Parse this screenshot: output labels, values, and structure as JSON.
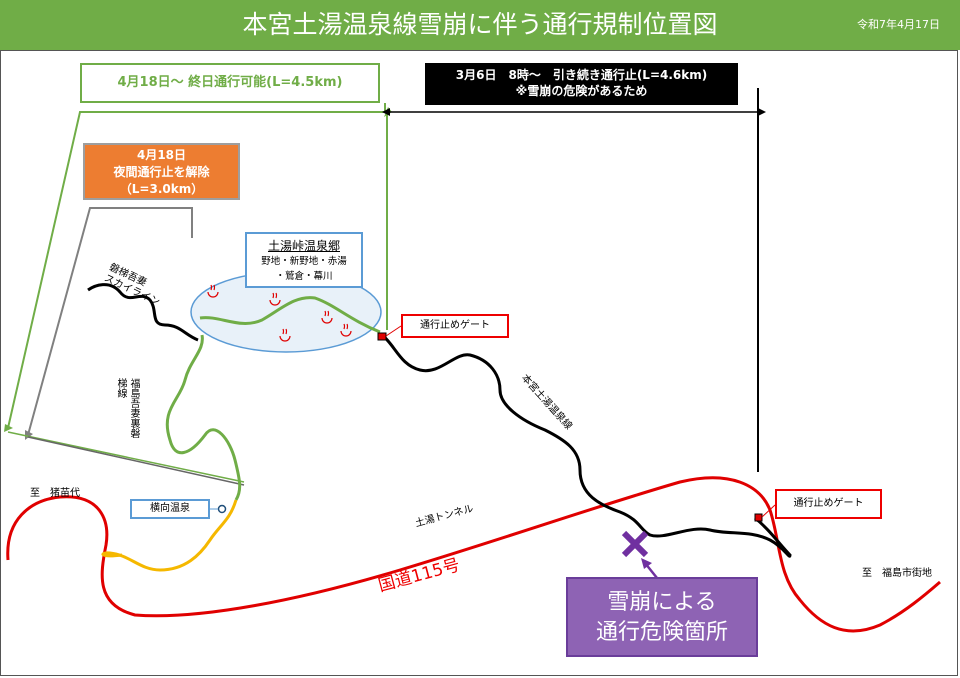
{
  "header": {
    "title": "本宮土湯温泉線雪崩に伴う通行規制位置図",
    "date": "令和7年4月17日"
  },
  "notices": {
    "open_all_day": "4月18日～ 終日通行可能(L=4.5km)",
    "closed_line1": "3月6日　8時～　引き続き通行止(L=4.6km)",
    "closed_line2": "※雪崩の危険があるため",
    "night_line1": "4月18日",
    "night_line2": "夜間通行止を解除",
    "night_line3": "（L=3.0km）"
  },
  "onsen_area": {
    "title": "土湯峠温泉郷",
    "line1": "野地・新野地・赤湯",
    "line2": "・鷲倉・幕川"
  },
  "places": {
    "yokomuki": "横向温泉",
    "gate_1": "通行止めゲート",
    "gate_2": "通行止めゲート",
    "to_inawashiro": "至　猪苗代",
    "to_fukushima": "至　福島市街地",
    "tunnel": "土湯トンネル",
    "route_115": "国道115号",
    "honmiya_road": "本宮土湯温泉線",
    "bandai_line1": "磐梯吾妻",
    "bandai_line2": "スカイライン",
    "fukushima_azuma": "福島吾妻裏磐梯線"
  },
  "danger": {
    "line1": "雪崩による",
    "line2": "通行危険箇所"
  },
  "colors": {
    "header_green": "#70ad47",
    "route_red": "#e00000",
    "orange": "#ed7d31",
    "purple": "#8e63b4",
    "onsen_blue": "#5b9bd5",
    "yellow_road": "#f5b800"
  },
  "icons": [
    "hot-spring-icon",
    "avalanche-x-icon",
    "gate-marker-icon"
  ]
}
